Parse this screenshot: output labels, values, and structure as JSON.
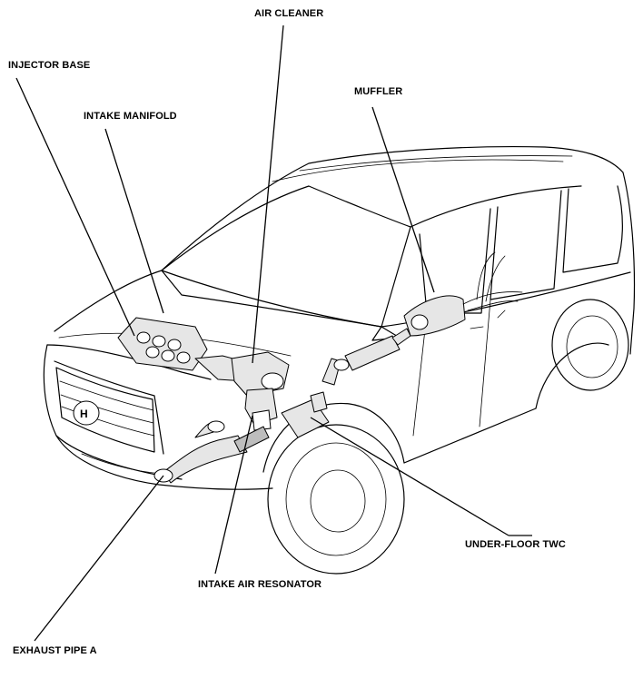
{
  "labels": {
    "air_cleaner": "AIR CLEANER",
    "injector_base": "INJECTOR BASE",
    "intake_manifold": "INTAKE MANIFOLD",
    "muffler": "MUFFLER",
    "under_floor_twc": "UNDER-FLOOR TWC",
    "intake_air_resonator": "INTAKE AIR RESONATOR",
    "exhaust_pipe_a": "EXHAUST PIPE A"
  }
}
